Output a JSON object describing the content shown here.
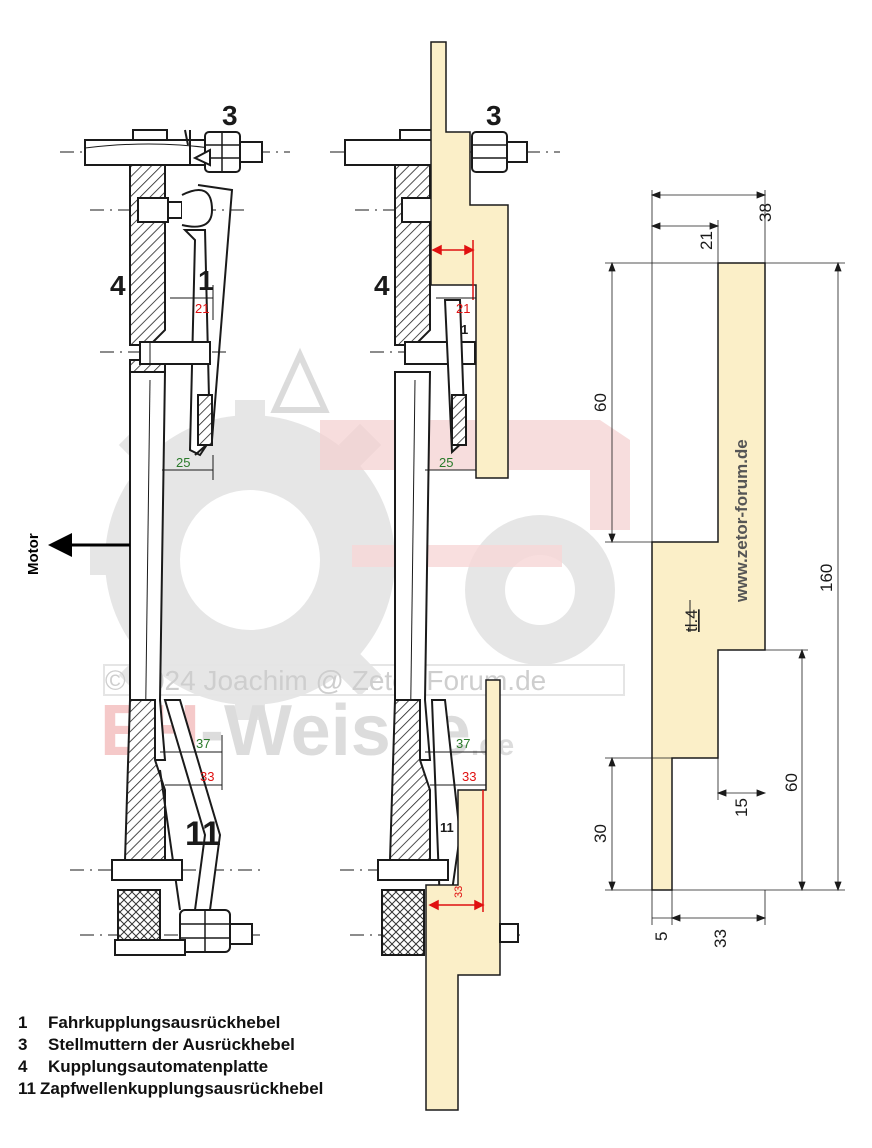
{
  "watermark": {
    "copyright": "© 2024 Joachim @ Zetor-Forum.de",
    "brand_red": "EH",
    "brand_grey": "-Weisse",
    "brand_suffix": ".de"
  },
  "motor_label": "Motor",
  "part_labels": {
    "lever_release": "1",
    "adjusting_nuts": "3",
    "plate": "4",
    "pto_lever": "11"
  },
  "dimensions_original": {
    "a": "21",
    "b": "25",
    "c": "37",
    "d": "33"
  },
  "dimensions_gauge": {
    "a": "21",
    "b": "25",
    "c": "37",
    "d": "33",
    "e": "33",
    "lever_tag": "1",
    "pto_tag": "11"
  },
  "template": {
    "website": "www.zetor-forum.de",
    "part_id": "tl.4",
    "dims": {
      "w38": "38",
      "w21": "21",
      "h60_top": "60",
      "h160": "160",
      "h60_bottom": "60",
      "h30": "30",
      "w15": "15",
      "w5": "5",
      "w33": "33"
    }
  },
  "legend": [
    {
      "num": "1",
      "text": "Fahrkupplungsausrückhebel"
    },
    {
      "num": "3",
      "text": "Stellmuttern der Ausrückhebel"
    },
    {
      "num": "4",
      "text": "Kupplungsautomatenplatte"
    },
    {
      "num": "11",
      "text": "Zapfwellenkupplungsausrückhebel"
    }
  ],
  "colors": {
    "gauge_fill": "#fbefc8",
    "dim_red": "#e01010",
    "dim_green": "#2a7a2a",
    "drawing": "#1a1a1a"
  }
}
